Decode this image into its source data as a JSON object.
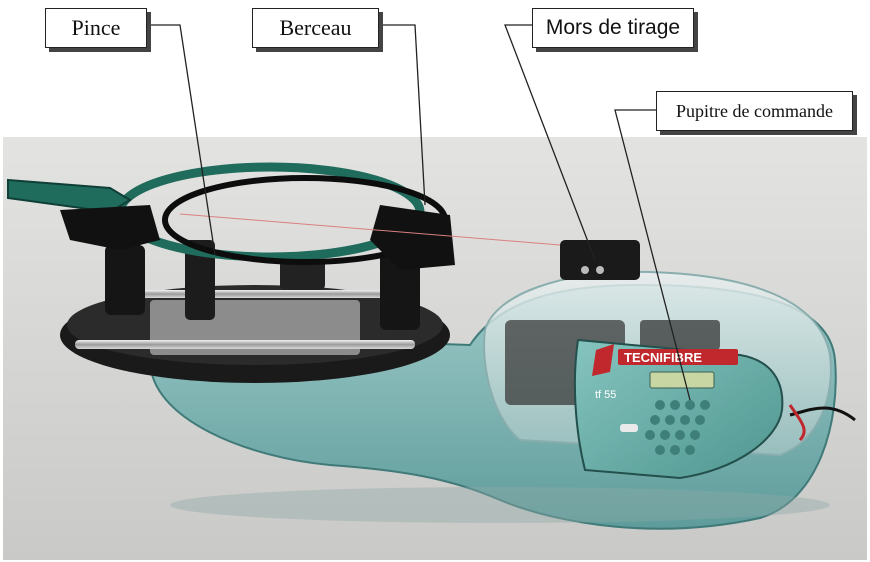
{
  "labels": {
    "pince": "Pince",
    "berceau": "Berceau",
    "mors": "Mors de tirage",
    "pupitre": "Pupitre de commande"
  },
  "device": {
    "brand": "TECNIFIBRE",
    "model": "tf 55"
  },
  "colors": {
    "photo_background": "#d8d8d6",
    "base_teal": "#7fb8b7",
    "frame_black": "#1a1a1a",
    "racket_green": "#1f6b5c",
    "panel_teal": "#6fb3ad",
    "brand_red": "#c0282d",
    "leader_line": "#222222"
  }
}
